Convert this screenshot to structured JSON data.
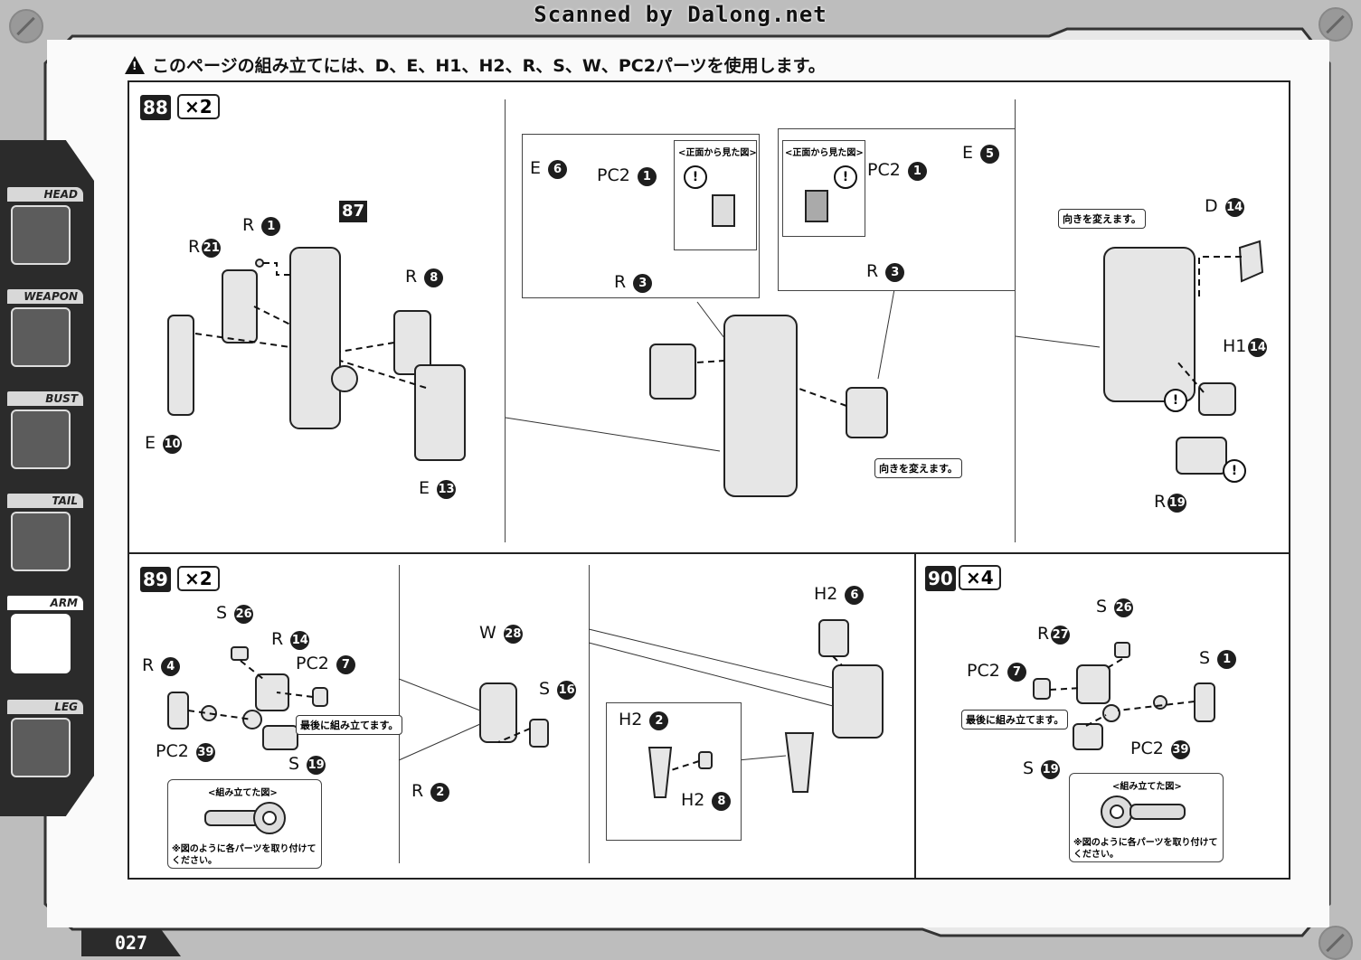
{
  "header": {
    "scan_credit": "Scanned by Dalong.net"
  },
  "notice": {
    "text": "このページの組み立てには、D、E、H1、H2、R、S、W、PC2パーツを使用します。"
  },
  "sidebar": {
    "tabs": [
      {
        "label": "HEAD",
        "active": false
      },
      {
        "label": "WEAPON",
        "active": false
      },
      {
        "label": "BUST",
        "active": false
      },
      {
        "label": "TAIL",
        "active": false
      },
      {
        "label": "ARM",
        "active": true
      },
      {
        "label": "LEG",
        "active": false
      }
    ]
  },
  "page_number": "027",
  "step88": {
    "number": "88",
    "multiplier": "×2",
    "ref_step": "87",
    "labels": {
      "r1": {
        "part": "R",
        "num": "1"
      },
      "r21": {
        "part": "R",
        "num": "21"
      },
      "r8": {
        "part": "R",
        "num": "8"
      },
      "e10": {
        "part": "E",
        "num": "10"
      },
      "e13": {
        "part": "E",
        "num": "13"
      },
      "e6": {
        "part": "E",
        "num": "6"
      },
      "pc2_1a": {
        "part": "PC2",
        "num": "1"
      },
      "r3a": {
        "part": "R",
        "num": "3"
      },
      "pc2_1b": {
        "part": "PC2",
        "num": "1"
      },
      "e5": {
        "part": "E",
        "num": "5"
      },
      "r3b": {
        "part": "R",
        "num": "3"
      },
      "d14": {
        "part": "D",
        "num": "14"
      },
      "h1_14": {
        "part": "H1",
        "num": "14"
      },
      "r19": {
        "part": "R",
        "num": "19"
      }
    },
    "front_view_caption": "<正面から見た図>",
    "turn_note": "向きを変えます。"
  },
  "step89": {
    "number": "89",
    "multiplier": "×2",
    "labels": {
      "s26": {
        "part": "S",
        "num": "26"
      },
      "r14": {
        "part": "R",
        "num": "14"
      },
      "r4": {
        "part": "R",
        "num": "4"
      },
      "pc2_7": {
        "part": "PC2",
        "num": "7"
      },
      "pc2_39": {
        "part": "PC2",
        "num": "39"
      },
      "s19": {
        "part": "S",
        "num": "19"
      },
      "w28": {
        "part": "W",
        "num": "28"
      },
      "s16": {
        "part": "S",
        "num": "16"
      },
      "r2": {
        "part": "R",
        "num": "2"
      },
      "h2_6": {
        "part": "H2",
        "num": "6"
      },
      "h2_2": {
        "part": "H2",
        "num": "2"
      },
      "h2_8": {
        "part": "H2",
        "num": "8"
      }
    },
    "last_note": "最後に組み立てます。",
    "assembled_caption": "<組み立てた図>",
    "assembled_note": "※図のように各パーツを取り付けて\nください。"
  },
  "step90": {
    "number": "90",
    "multiplier": "×4",
    "labels": {
      "s26": {
        "part": "S",
        "num": "26"
      },
      "r27": {
        "part": "R",
        "num": "27"
      },
      "pc2_7": {
        "part": "PC2",
        "num": "7"
      },
      "s1": {
        "part": "S",
        "num": "1"
      },
      "s19": {
        "part": "S",
        "num": "19"
      },
      "pc2_39": {
        "part": "PC2",
        "num": "39"
      }
    },
    "last_note": "最後に組み立てます。",
    "assembled_caption": "<組み立てた図>",
    "assembled_note": "※図のように各パーツを取り付けて\nください。"
  }
}
